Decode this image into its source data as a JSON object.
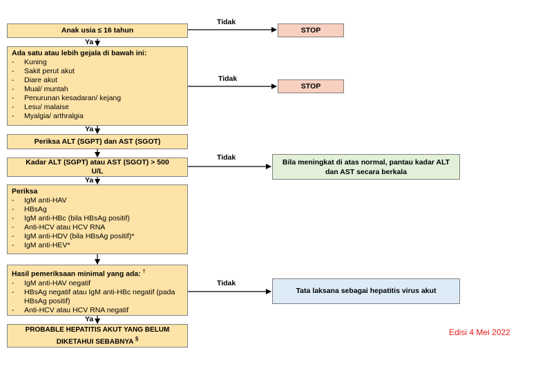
{
  "nodes": {
    "age": "Anak usia  ≤ 16 tahun",
    "symptoms_title": "Ada satu atau lebih gejala di bawah ini:",
    "symptoms": [
      "Kuning",
      "Sakit perut akut",
      "Diare akut",
      "Mual/ muntah",
      "Penurunan kesadaran/ kejang",
      "Lesu/ malaise",
      "Myalgia/ arthralgia"
    ],
    "check_alt": "Periksa ALT (SGPT) dan AST (SGOT)",
    "level": "Kadar ALT (SGPT) atau AST (SGOT) > 500 U/L",
    "tests_title": "Periksa",
    "tests": [
      "IgM anti-HAV",
      "HBsAg",
      "IgM anti-HBc (bila HBsAg positif)",
      "Anti-HCV atau HCV RNA",
      "IgM anti-HDV (bila HBsAg positif)*",
      "IgM anti-HEV*"
    ],
    "results_title": "Hasil pemeriksaan minimal yang ada:",
    "results_mark": "†",
    "results": [
      "IgM anti-HAV negatif",
      "HBsAg negatif atau IgM anti-HBc negatif (pada HBsAg positif)",
      "Anti-HCV atau HCV RNA negatif"
    ],
    "probable": "PROBABLE HEPATITIS AKUT YANG BELUM DIKETAHUI SEBABNYA",
    "probable_mark": "§"
  },
  "outcomes": {
    "stop1": "STOP",
    "stop2": "STOP",
    "monitor": "Bila meningkat di atas normal, pantau kadar ALT dan AST secara berkala",
    "acute": "Tata laksana sebagai hepatitis virus akut"
  },
  "labels": {
    "yes": "Ya",
    "no": "Tidak"
  },
  "edition": "Edisi 4 Mei 2022",
  "colors": {
    "main_box": "#fde3a7",
    "stop_box": "#f8cfc0",
    "monitor_box": "#e2efd9",
    "acute_box": "#ddebf7",
    "edition_text": "#e31b1b"
  }
}
